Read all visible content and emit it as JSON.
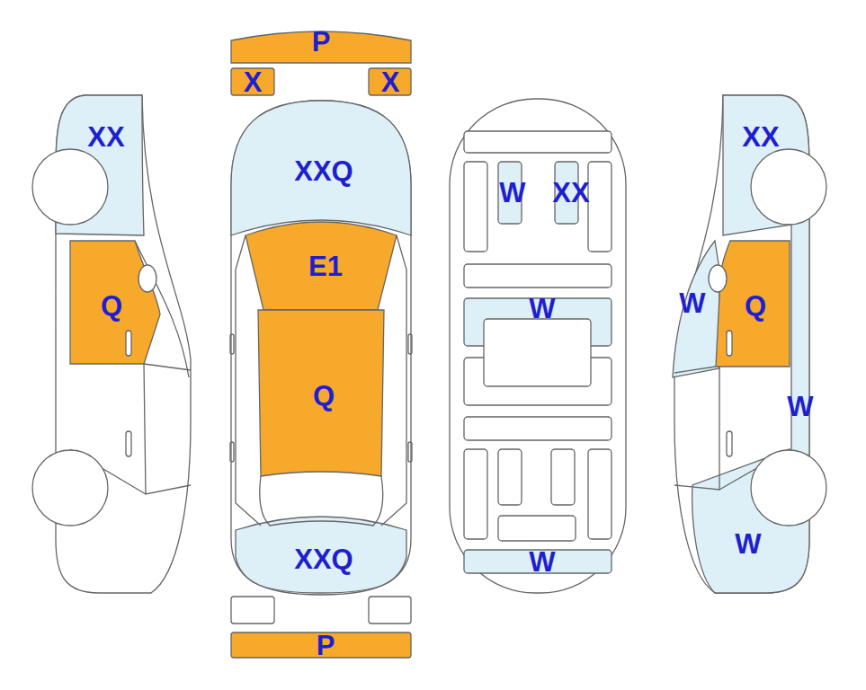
{
  "diagram": {
    "nodes": [
      {
        "text": [
          "P"
        ]
      },
      {
        "text": [
          "X"
        ]
      },
      {
        "text": [
          "X"
        ]
      },
      {
        "text": [
          "W"
        ]
      },
      {
        "text": [
          "XX"
        ]
      },
      {
        "text": [
          "W"
        ]
      },
      {
        "text": [
          "W"
        ]
      },
      {
        "text": [
          "P"
        ]
      }
    ],
    "labels": [
      "XX",
      "XXQ",
      "XX",
      "E1",
      "Q",
      "W",
      "Q",
      "Q",
      "W",
      "XXQ",
      "W"
    ]
  }
}
